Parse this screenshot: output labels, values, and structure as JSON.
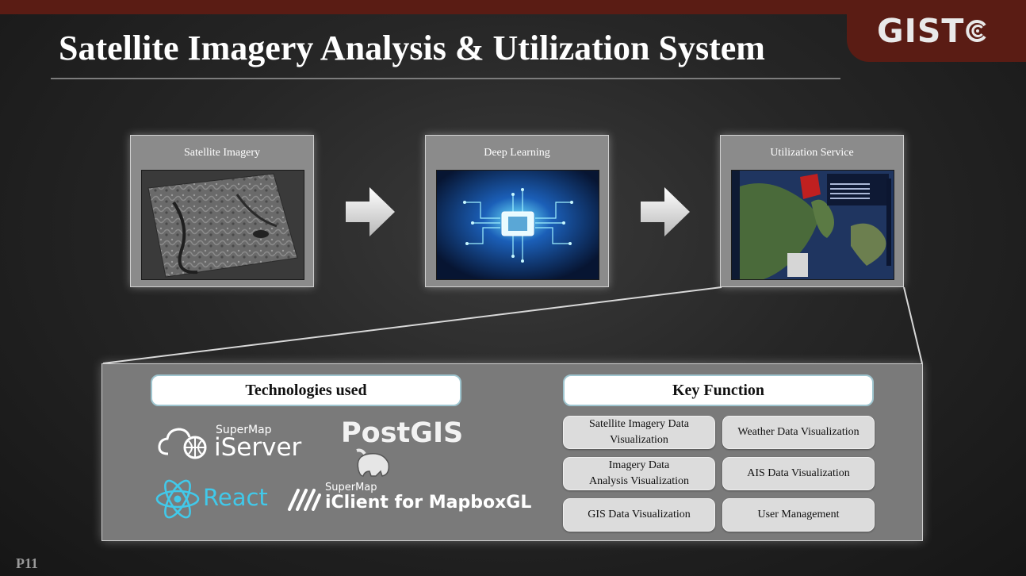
{
  "header": {
    "title": "Satellite Imagery Analysis & Utilization System",
    "logo_text": "GIST",
    "logo_icon": "concentric-c-ring-icon"
  },
  "pipeline": [
    {
      "label": "Satellite Imagery"
    },
    {
      "label": "Deep Learning"
    },
    {
      "label": "Utilization Service"
    }
  ],
  "technologies": {
    "heading": "Technologies used",
    "items": [
      {
        "brand": "SuperMap",
        "product": "iServer"
      },
      {
        "product": "PostGIS"
      },
      {
        "product": "React"
      },
      {
        "brand": "SuperMap",
        "product": "iClient for MapboxGL"
      }
    ]
  },
  "key_function": {
    "heading": "Key Function",
    "items": [
      {
        "line1": "Satellite Imagery Data",
        "line2": "Visualization"
      },
      {
        "line1": "Weather Data Visualization",
        "line2": ""
      },
      {
        "line1": "Imagery Data",
        "line2": "Analysis Visualization"
      },
      {
        "line1": "AIS Data Visualization",
        "line2": ""
      },
      {
        "line1": "GIS Data Visualization",
        "line2": ""
      },
      {
        "line1": "User Management",
        "line2": ""
      }
    ]
  },
  "footer": {
    "page": "P11"
  },
  "colors": {
    "header_bar": "#5a1c14",
    "panel": "#7a7a7a",
    "stage": "#8b8b8b"
  }
}
